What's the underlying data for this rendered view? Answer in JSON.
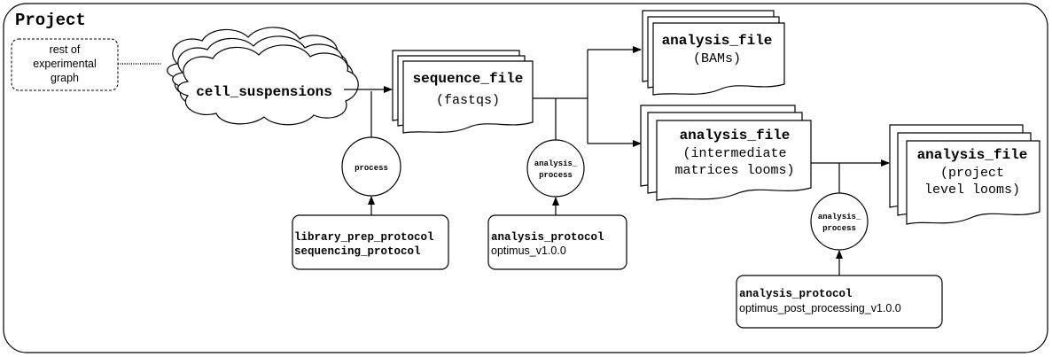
{
  "project": {
    "title": "Project"
  },
  "external": {
    "line1": "rest of",
    "line2": "experimental",
    "line3": "graph"
  },
  "cell_suspensions": {
    "label": "cell_suspensions"
  },
  "sequence_file": {
    "title": "sequence_file",
    "subtitle": "(fastqs)"
  },
  "bams_file": {
    "title": "analysis_file",
    "subtitle": "(BAMs)"
  },
  "intermediate_file": {
    "title": "analysis_file",
    "line1": "(intermediate",
    "line2": "matrices looms)"
  },
  "project_file": {
    "title": "analysis_file",
    "line1": "(project",
    "line2": "level looms)"
  },
  "process": {
    "label": "process"
  },
  "analysis_process_1": {
    "line1": "analysis_",
    "line2": "process"
  },
  "analysis_process_2": {
    "line1": "analysis_",
    "line2": "process"
  },
  "library_protocols": {
    "line1": "library_prep_protocol",
    "line2": "sequencing_protocol"
  },
  "analysis_protocol_1": {
    "title": "analysis_protocol",
    "value": "optimus_v1.0.0"
  },
  "analysis_protocol_2": {
    "title": "analysis_protocol",
    "value": "optimus_post_processing_v1.0.0"
  }
}
